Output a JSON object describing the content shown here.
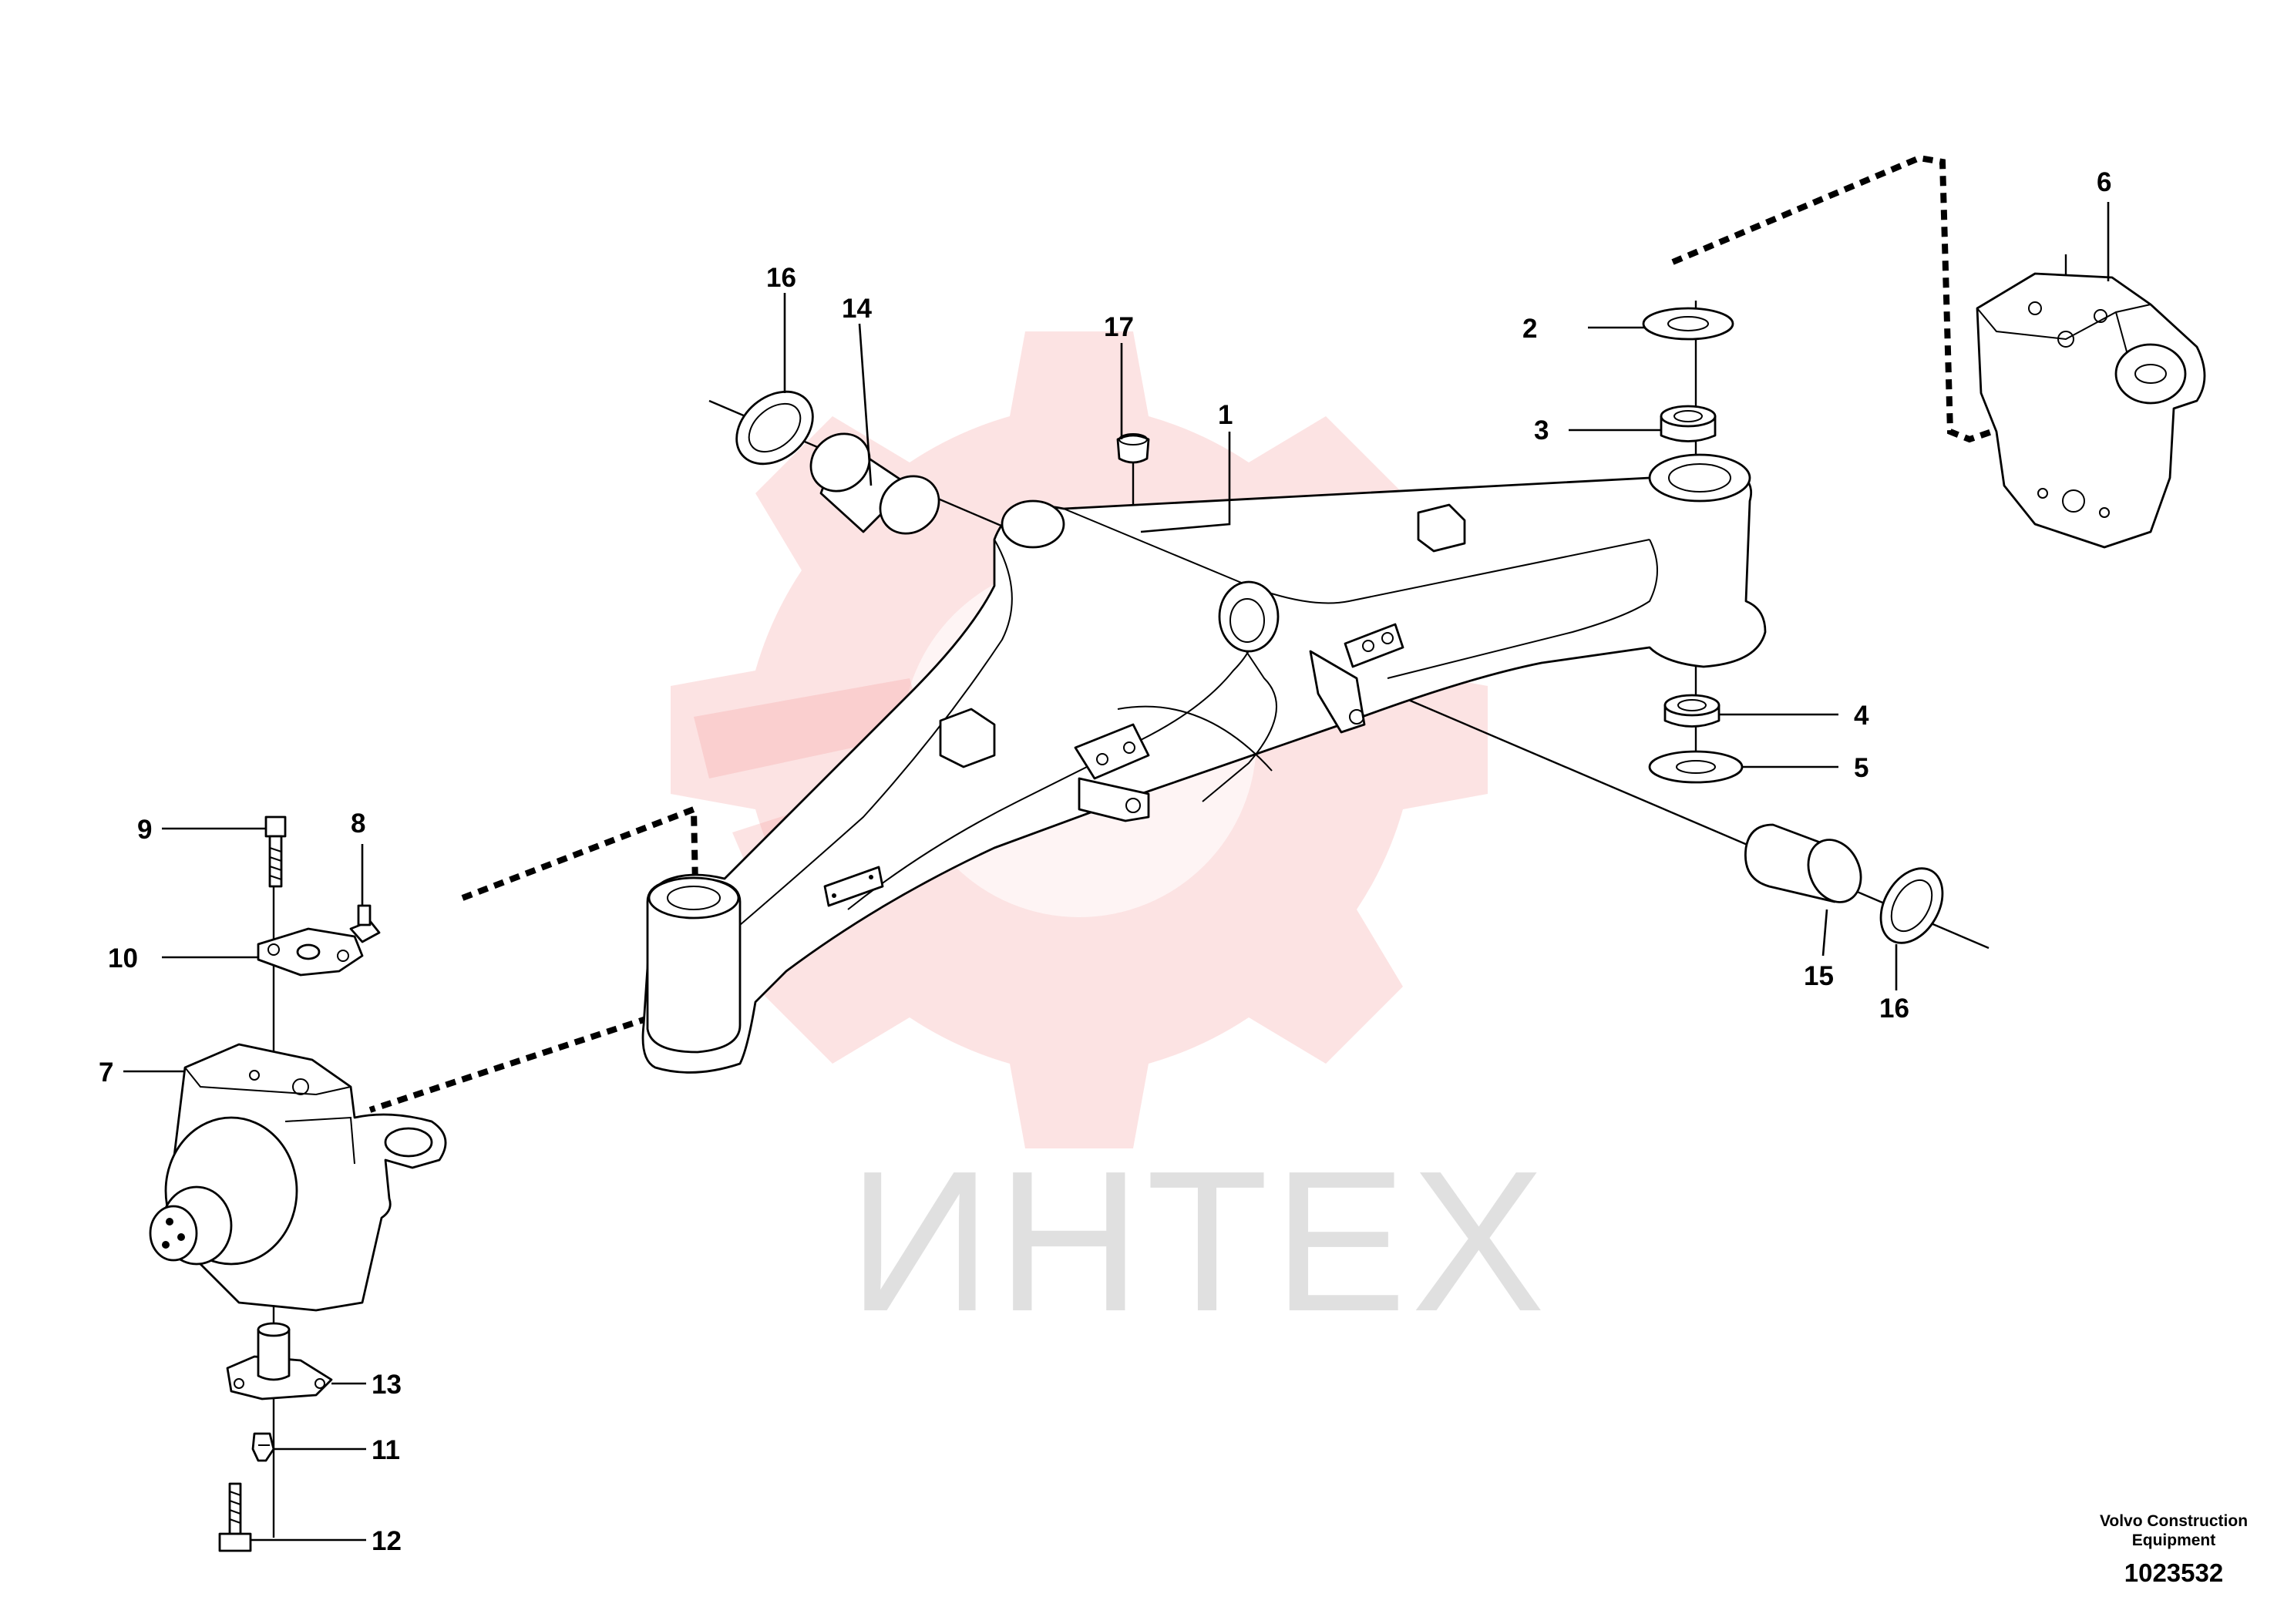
{
  "watermark": {
    "text": "ИНТЕХ",
    "color": "#f39a9a"
  },
  "diagram": {
    "callouts": [
      {
        "id": "1",
        "label": "1"
      },
      {
        "id": "2",
        "label": "2"
      },
      {
        "id": "3",
        "label": "3"
      },
      {
        "id": "4",
        "label": "4"
      },
      {
        "id": "5",
        "label": "5"
      },
      {
        "id": "6",
        "label": "6"
      },
      {
        "id": "7",
        "label": "7"
      },
      {
        "id": "8",
        "label": "8"
      },
      {
        "id": "9",
        "label": "9"
      },
      {
        "id": "10",
        "label": "10"
      },
      {
        "id": "11",
        "label": "11"
      },
      {
        "id": "12",
        "label": "12"
      },
      {
        "id": "13",
        "label": "13"
      },
      {
        "id": "14",
        "label": "14"
      },
      {
        "id": "15",
        "label": "15"
      },
      {
        "id": "16a",
        "label": "16"
      },
      {
        "id": "16b",
        "label": "16"
      },
      {
        "id": "17",
        "label": "17"
      }
    ]
  },
  "footer": {
    "brand_line1": "Volvo Construction",
    "brand_line2": "Equipment",
    "doc_number": "1023532"
  }
}
